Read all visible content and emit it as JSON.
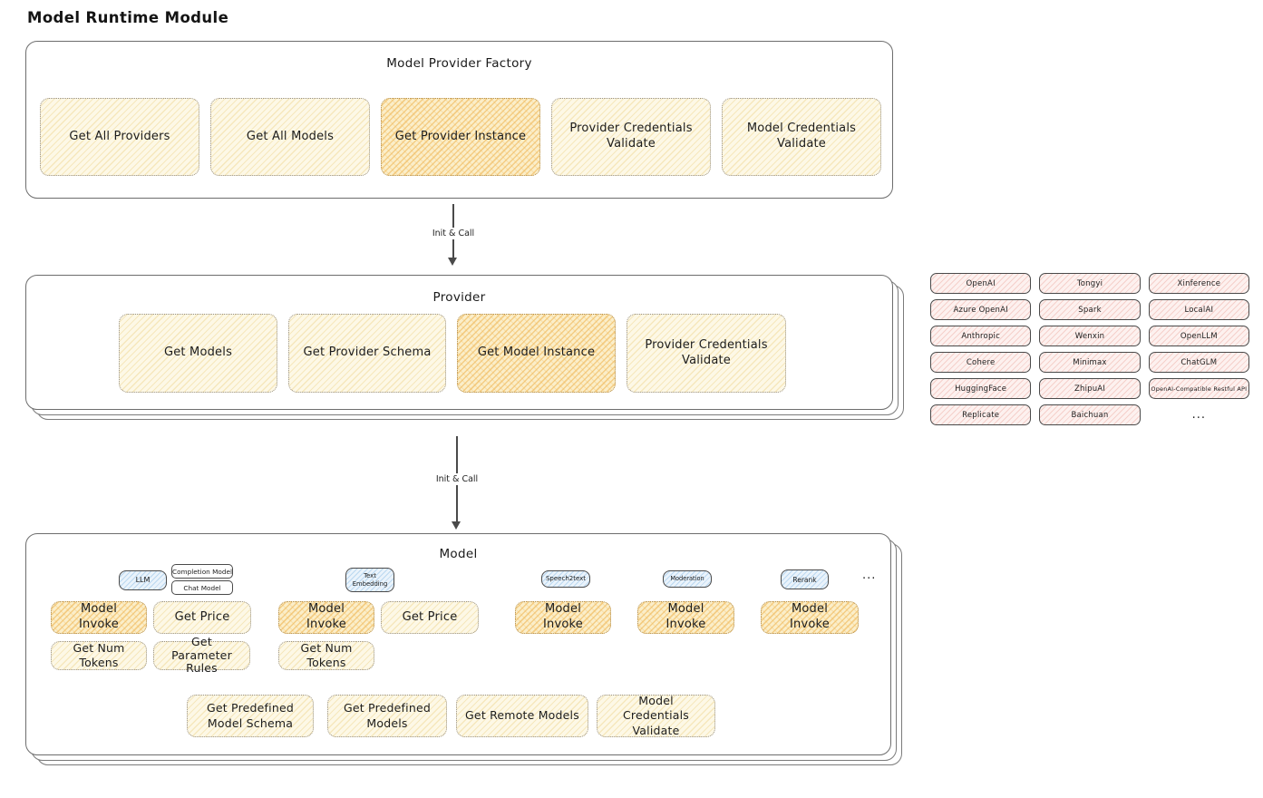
{
  "title": "Model Runtime Module",
  "factory": {
    "title": "Model Provider Factory",
    "boxes": [
      {
        "label": "Get All Providers",
        "highlighted": false
      },
      {
        "label": "Get All Models",
        "highlighted": false
      },
      {
        "label": "Get Provider Instance",
        "highlighted": true
      },
      {
        "label": "Provider Credentials Validate",
        "highlighted": false
      },
      {
        "label": "Model Credentials Validate",
        "highlighted": false
      }
    ]
  },
  "arrows": [
    {
      "label": "Init & Call"
    },
    {
      "label": "Init & Call"
    }
  ],
  "provider": {
    "title": "Provider",
    "boxes": [
      {
        "label": "Get Models",
        "highlighted": false
      },
      {
        "label": "Get Provider Schema",
        "highlighted": false
      },
      {
        "label": "Get Model Instance",
        "highlighted": true
      },
      {
        "label": "Provider Credentials Validate",
        "highlighted": false
      }
    ]
  },
  "vendors": {
    "cells": [
      "OpenAI",
      "Tongyi",
      "Xinference",
      "Azure OpenAI",
      "Spark",
      "LocalAI",
      "Anthropic",
      "Wenxin",
      "OpenLLM",
      "Cohere",
      "Minimax",
      "ChatGLM",
      "HuggingFace",
      "ZhipuAI",
      "OpenAI-Compatible Restful API",
      "Replicate",
      "Baichuan"
    ],
    "more": "..."
  },
  "model": {
    "title": "Model",
    "tags": {
      "llm": "LLM",
      "completion": "Completion Model",
      "chat": "Chat Model",
      "text_embedding": "Text Embedding",
      "speech2text": "Speech2text",
      "moderation": "Moderation",
      "rerank": "Rerank",
      "more": "..."
    },
    "invoke_row": [
      "Model Invoke",
      "Get Price",
      "Model Invoke",
      "Get Price",
      "Model Invoke",
      "Model Invoke",
      "Model Invoke"
    ],
    "token_row": [
      "Get Num Tokens",
      "Get Parameter Rules",
      "Get Num Tokens"
    ],
    "bottom_row": [
      "Get Predefined Model Schema",
      "Get Predefined Models",
      "Get Remote Models",
      "Model Credentials Validate"
    ]
  },
  "colors": {
    "highlight_fill": "#fbeec9",
    "yellow_fill": "#fdf8e6",
    "pink_fill": "#fdf1ef",
    "blue_fill": "#eaf3fb",
    "ink": "#1d1d1d"
  }
}
